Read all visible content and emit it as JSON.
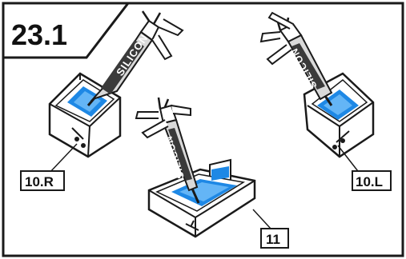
{
  "step": {
    "number": "23.1"
  },
  "gun_label": "SILICON",
  "parts": {
    "left_corner": "10.R",
    "center_corner": "11",
    "right_corner": "10.L"
  },
  "colors": {
    "frame": "#1a1a1a",
    "silicone": "#1e88e5",
    "silicone_light": "#64b5f6",
    "gun_body": "#d9d9d9",
    "gun_text_bg": "#3a3a3a"
  }
}
